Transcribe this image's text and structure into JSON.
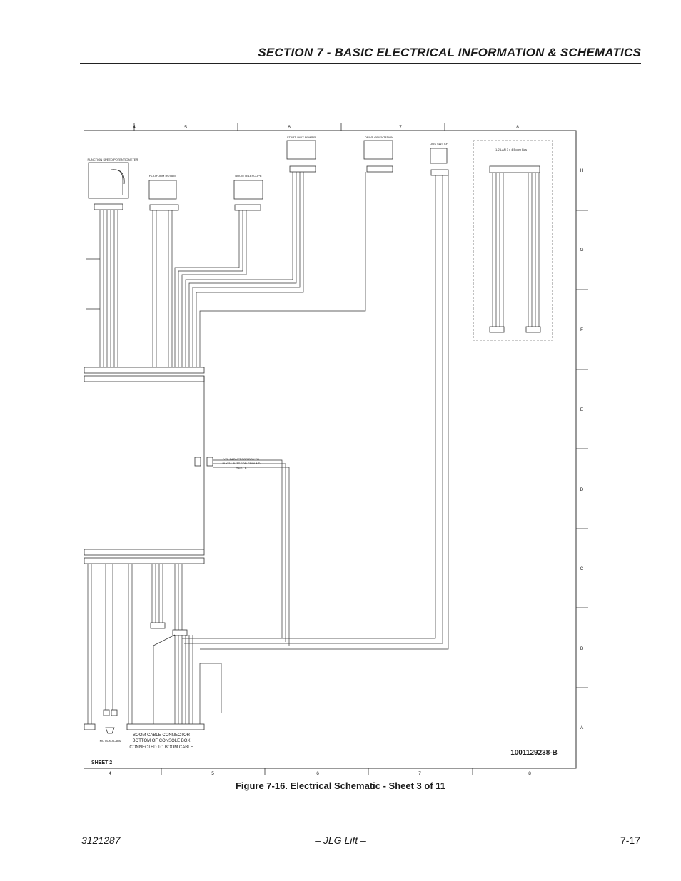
{
  "header": {
    "section_title": "SECTION 7 - BASIC ELECTRICAL INFORMATION & SCHEMATICS"
  },
  "schematic": {
    "top_columns": [
      "4",
      "5",
      "6",
      "7",
      "8"
    ],
    "bottom_columns": [
      "4",
      "5",
      "6",
      "7",
      "8"
    ],
    "rows": [
      "H",
      "G",
      "F",
      "E",
      "D",
      "C",
      "B",
      "A"
    ],
    "components": {
      "function_speed": "FUNCTION SPEED POTENTIOMETER",
      "platform_rotate": "PLATFORM ROTATE",
      "boom_telescope": "BOOM TELESCOPE",
      "start_aux": "START / AUX POWER",
      "drive_orientation": "DRIVE ORIENTATION",
      "dos_switch": "DOS SWITCH",
      "lan": "1-2 LAN 3 x 4 Boom Bus",
      "motion_alarm": "MOTION ALARM",
      "gnd": "GND - B",
      "boom_cable_1": "BOOM CABLE CONNECTOR",
      "boom_cable_2": "BOTTOM OF CONSOLE BOX",
      "boom_cable_3": "CONNECTED TO BOOM CABLE",
      "rod_label_1": "YEL 24 BUTT FOR BOX TO",
      "rod_label_2": "BLK 24 BUTT FOR GROUND"
    },
    "drawing_number": "1001129238-B",
    "sheet_label": "SHEET 2"
  },
  "caption": "Figure 7-16.  Electrical Schematic - Sheet 3 of 11",
  "footer": {
    "left": "3121287",
    "center": "– JLG Lift –",
    "right": "7-17"
  }
}
